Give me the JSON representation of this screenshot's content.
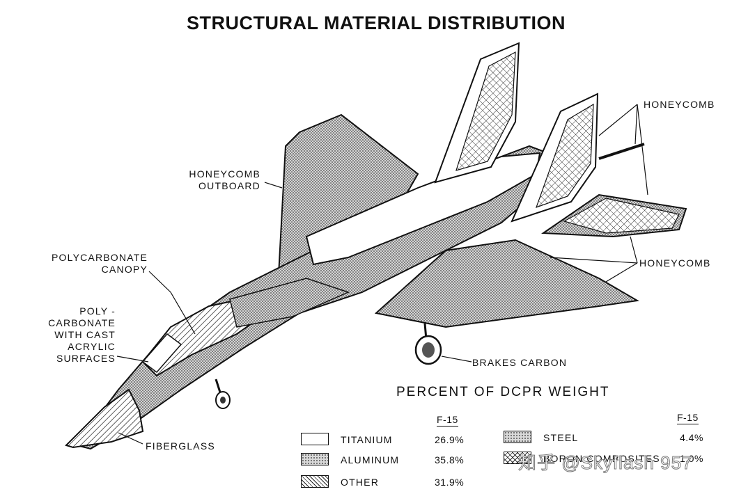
{
  "title": "STRUCTURAL MATERIAL DISTRIBUTION",
  "labels": {
    "honeycomb_top": "HONEYCOMB",
    "honeycomb_outboard_1": "HONEYCOMB",
    "honeycomb_outboard_2": "OUTBOARD",
    "canopy_1": "POLYCARBONATE",
    "canopy_2": "CANOPY",
    "poly_1": "POLY -",
    "poly_2": "CARBONATE",
    "poly_3": "WITH CAST",
    "poly_4": "ACRYLIC",
    "poly_5": "SURFACES",
    "fiberglass": "FIBERGLASS",
    "honeycomb_right": "HONEYCOMB",
    "brakes": "BRAKES CARBON"
  },
  "legend": {
    "title": "PERCENT OF DCPR WEIGHT",
    "column_head": "F-15",
    "left_items": [
      {
        "name": "TITANIUM",
        "value": "26.9%",
        "pattern": "white"
      },
      {
        "name": "ALUMINUM",
        "value": "35.8%",
        "pattern": "dots"
      },
      {
        "name": "OTHER",
        "value": "31.9%",
        "pattern": "hatch"
      }
    ],
    "right_items": [
      {
        "name": "STEEL",
        "value": "4.4%",
        "pattern": "dots"
      },
      {
        "name": "BORON COMPOSITES",
        "value": "1.0%",
        "pattern": "crosshatch"
      }
    ]
  },
  "watermark": "知乎 @Skyflash 957"
}
